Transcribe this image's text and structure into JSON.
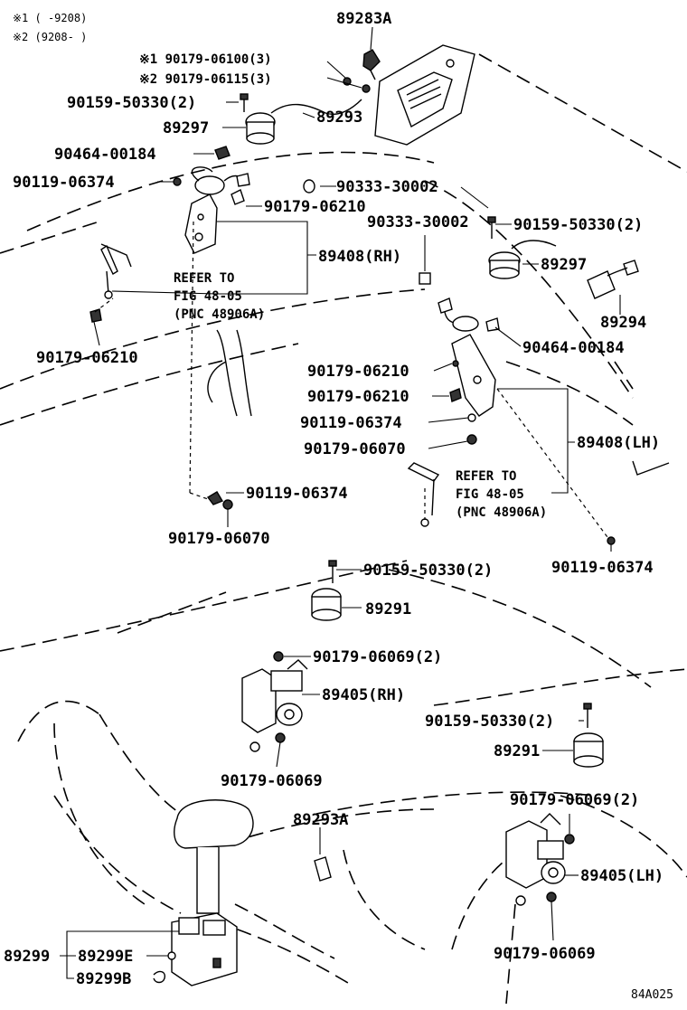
{
  "notes": {
    "n1": "※1 (     -9208)",
    "n2": "※2 (9208-      )"
  },
  "labels": {
    "p89283A": "89283A",
    "p90179_06100": "※1 90179-06100(3)",
    "p90179_06115": "※2 90179-06115(3)",
    "p90159_50330_a": "90159-50330(2)",
    "p89297_a": "89297",
    "p89293": "89293",
    "p90464_00184_a": "90464-00184",
    "p90119_06374_a": "90119-06374",
    "p90333_30002_a": "90333-30002",
    "p90179_06210_a": "90179-06210",
    "p90333_30002_b": "90333-30002",
    "p90159_50330_b": "90159-50330(2)",
    "p89408_rh": "89408(RH)",
    "p89297_b": "89297",
    "refer_rh_1": "REFER TO",
    "refer_rh_2": "FIG 48-05",
    "refer_rh_3": "(PNC 48906A)",
    "p89294": "89294",
    "p90179_06210_b": "90179-06210",
    "p90464_00184_b": "90464-00184",
    "p90179_06210_c": "90179-06210",
    "p90179_06210_d": "90179-06210",
    "p90119_06374_b": "90119-06374",
    "p89408_lh": "89408(LH)",
    "p90179_06070_a": "90179-06070",
    "refer_lh_1": "REFER TO",
    "refer_lh_2": "FIG 48-05",
    "refer_lh_3": "(PNC 48906A)",
    "p90119_06374_c": "90119-06374",
    "p90179_06070_b": "90179-06070",
    "p90119_06374_d": "90119-06374",
    "p90159_50330_c": "90159-50330(2)",
    "p89291_a": "89291",
    "p90179_06069_a": "90179-06069(2)",
    "p89405_rh": "89405(RH)",
    "p90159_50330_d": "90159-50330(2)",
    "p89291_b": "89291",
    "p90179_06069_b": "90179-06069",
    "p90179_06069_c": "90179-06069(2)",
    "p89293A": "89293A",
    "p89405_lh": "89405(LH)",
    "p89299": "89299",
    "p89299E": "89299E",
    "p89299B": "89299B",
    "p90179_06069_d": "90179-06069",
    "code": "84A025"
  }
}
